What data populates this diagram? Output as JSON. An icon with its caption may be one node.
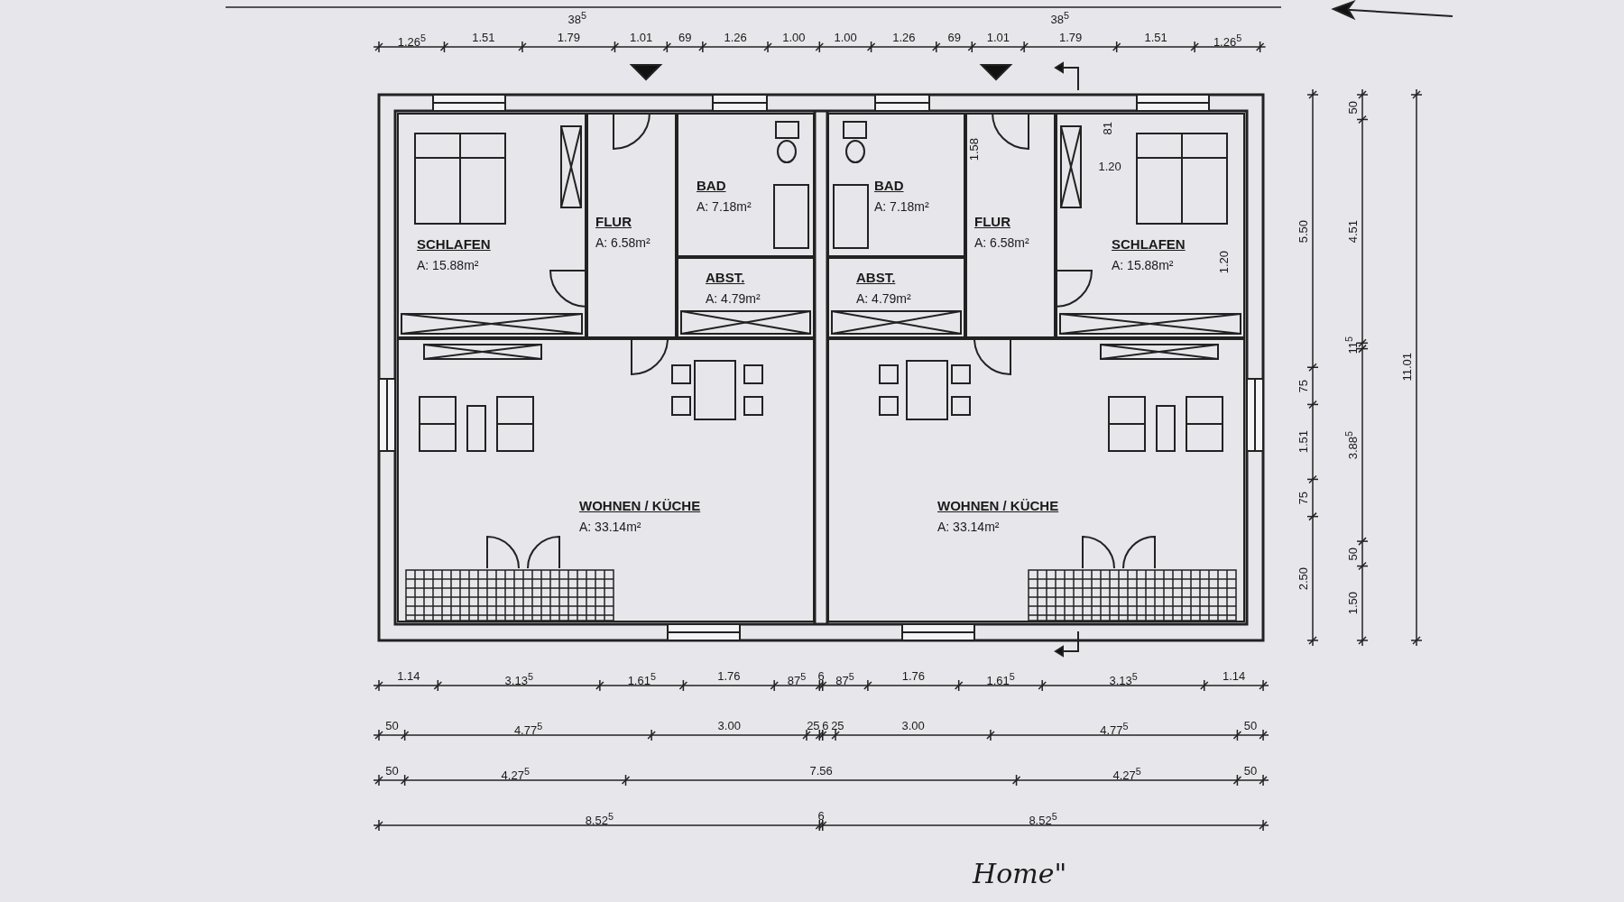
{
  "diagram": {
    "nodes": [
      {
        "text": [
          "SCHLAFEN",
          "A: 15.88m²"
        ]
      },
      {
        "text": [
          "FLUR",
          "A: 6.58m²"
        ]
      },
      {
        "text": [
          "BAD",
          "A: 7.18m²"
        ]
      },
      {
        "text": [
          "ABST.",
          "A: 4.79m²"
        ]
      },
      {
        "text": [
          "WOHNEN / KÜCHE",
          "A: 33.14m²"
        ]
      },
      {
        "text": [
          "BAD",
          "A: 7.18m²"
        ]
      },
      {
        "text": [
          "FLUR",
          "A: 6.58m²"
        ]
      },
      {
        "text": [
          "SCHLAFEN",
          "A: 15.88m²"
        ]
      },
      {
        "text": [
          "ABST.",
          "A: 4.79m²"
        ]
      },
      {
        "text": [
          "WOHNEN / KÜCHE",
          "A: 33.14m²"
        ]
      }
    ],
    "labels": [
      "38$^{5}$",
      "38$^{5}$",
      "1.26$^{5}$",
      "1.51",
      "1.79",
      "1.01",
      "69",
      "1.26",
      "1.00",
      "1.00",
      "1.26",
      "69",
      "1.01",
      "1.79",
      "1.51",
      "1.26$^{5}$",
      "1.58",
      "81",
      "1.20",
      "1.20",
      "5.50",
      "75",
      "1.51",
      "75",
      "2.50",
      "50",
      "4.51",
      "11$^{5}$",
      "3.88$^{5}$",
      "50",
      "1.50",
      "11.01",
      "1.14",
      "3.13$^{5}$",
      "1.61$^{5}$",
      "1.76",
      "87$^{5}$",
      "6",
      "87$^{5}$",
      "1.76",
      "1.61$^{5}$",
      "3.13$^{5}$",
      "1.14",
      "50",
      "4.77$^{5}$",
      "3.00",
      "25",
      "6",
      "25",
      "3.00",
      "4.77$^{5}$",
      "50",
      "50",
      "4.27$^{5}$",
      "7.56",
      "4.27$^{5}$",
      "50",
      "8.52$^{5}$",
      "6",
      "8.52$^{5}$",
      "Home\""
    ]
  }
}
